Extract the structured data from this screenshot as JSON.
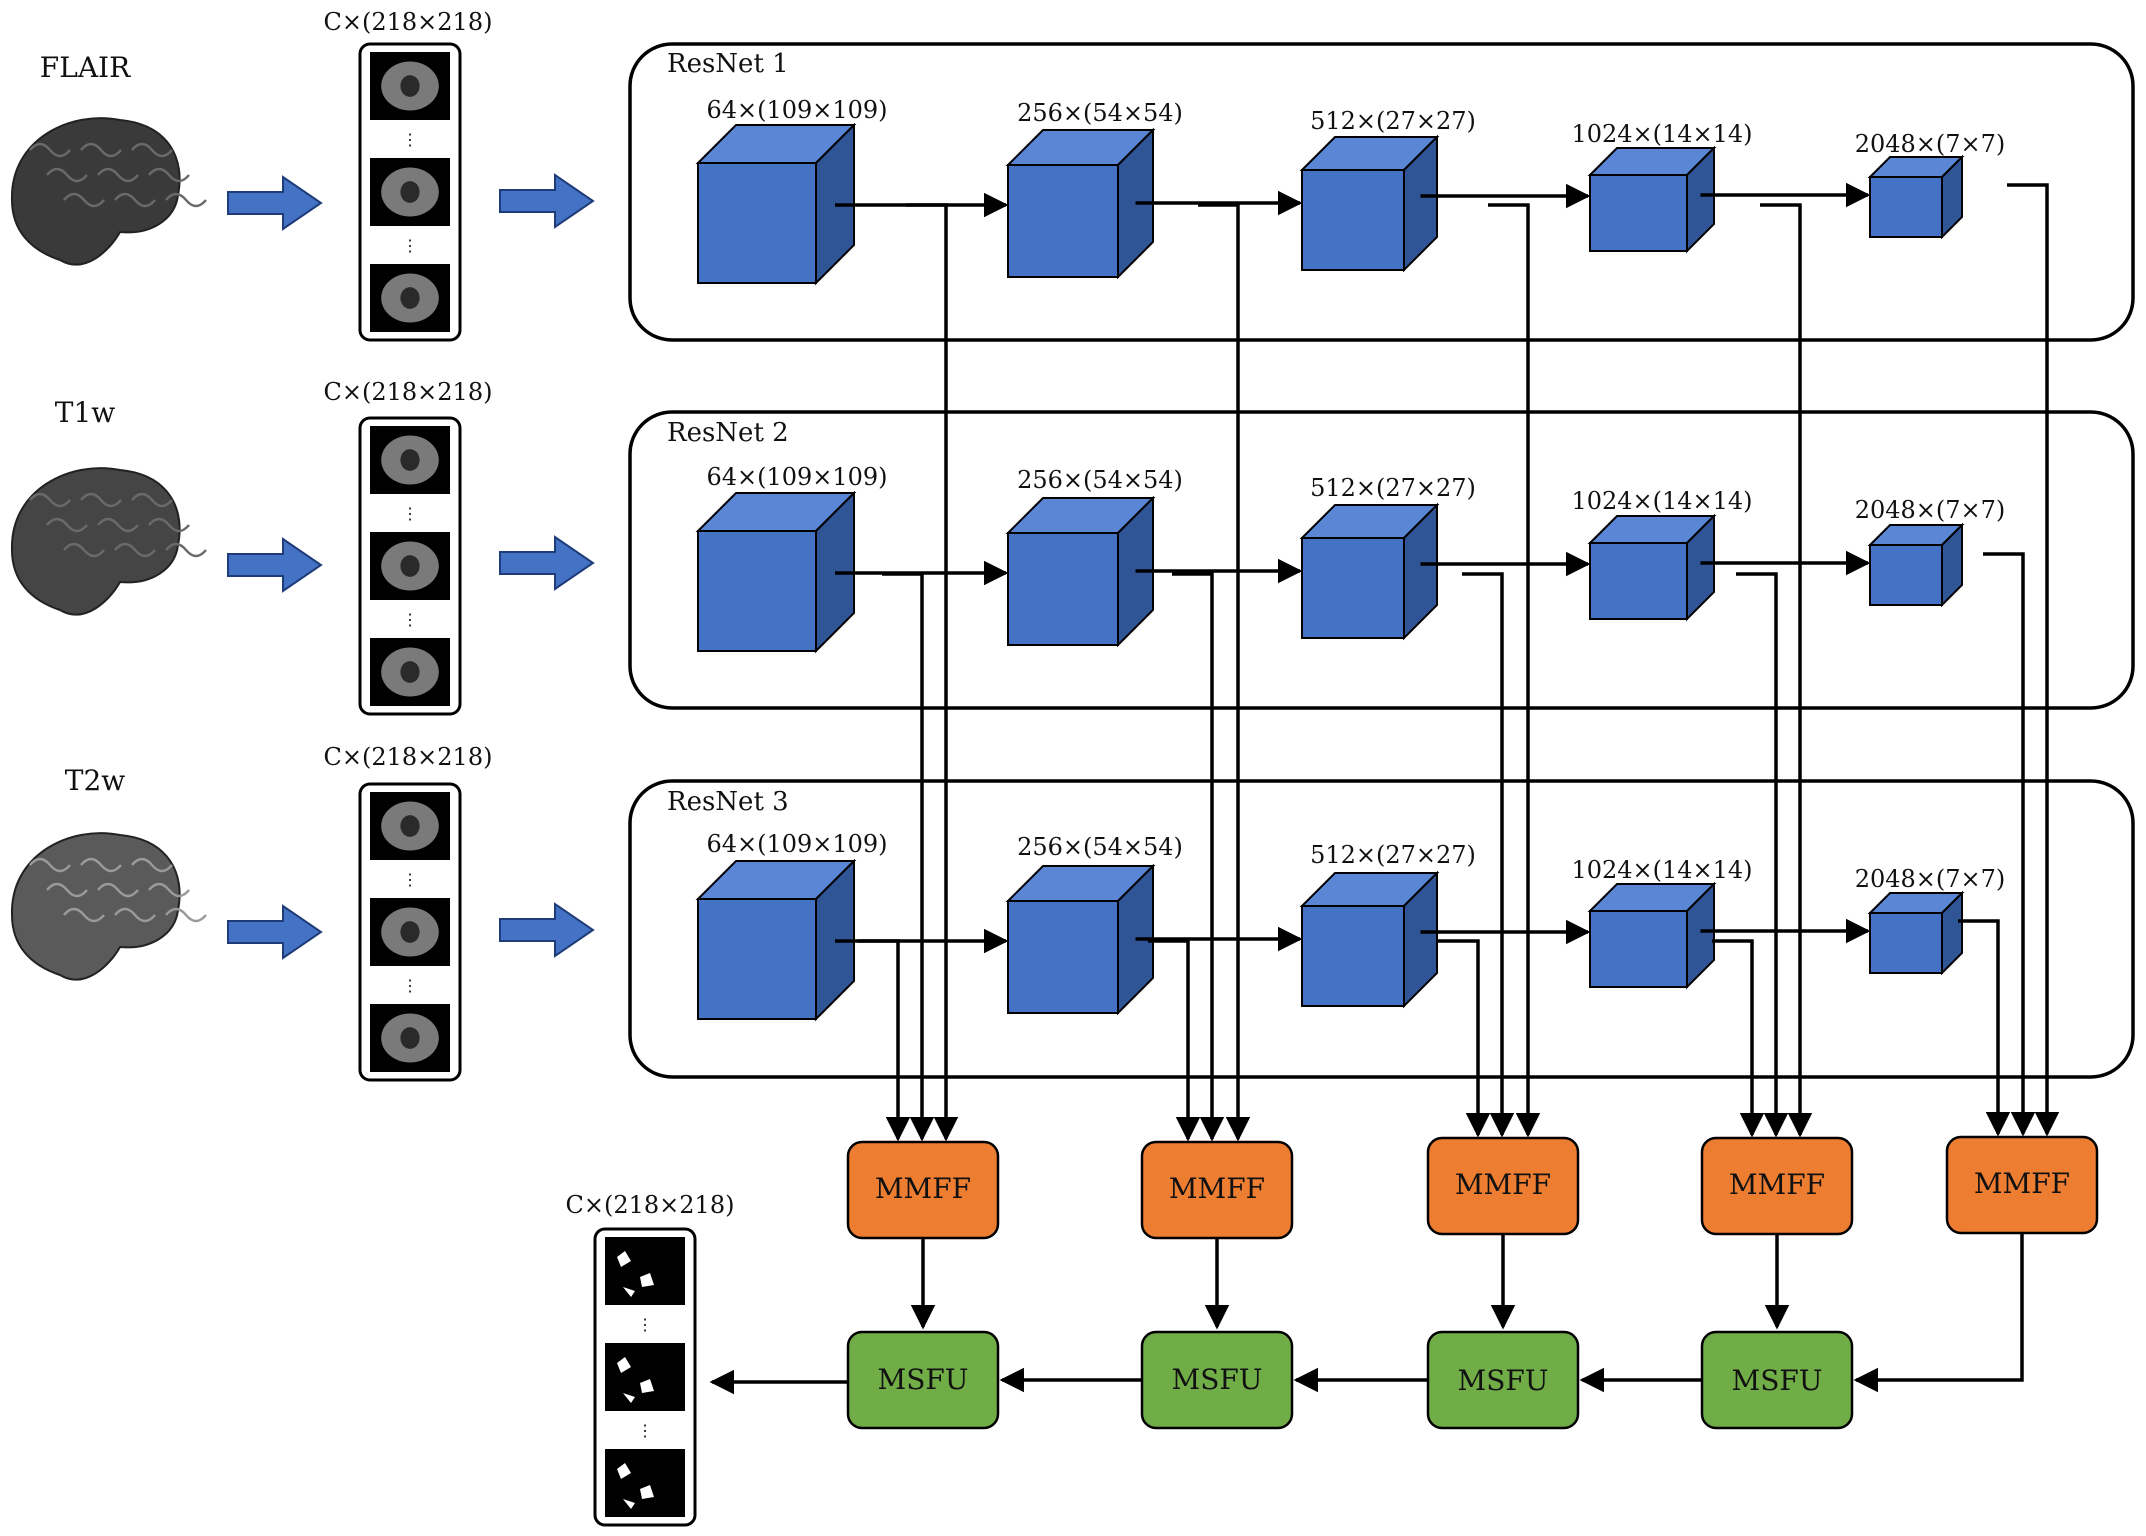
{
  "colors": {
    "cube_front": "#4472c4",
    "cube_top": "#5b86d6",
    "cube_side": "#2f5597",
    "mmff": "#ed7d31",
    "msfu": "#70ad47",
    "input_arrow": "#4472c4",
    "line": "#000000"
  },
  "icons": {
    "brain": "brain-3d-render-icon",
    "slice": "mri-slice-thumbnail-icon",
    "mask": "segmentation-mask-thumbnail-icon",
    "block_arrow": "right-block-arrow-icon"
  },
  "modalities": [
    {
      "label": "FLAIR",
      "stack_label": "C×(218×218)"
    },
    {
      "label": "T1w",
      "stack_label": "C×(218×218)"
    },
    {
      "label": "T2w",
      "stack_label": "C×(218×218)"
    }
  ],
  "resnets": [
    {
      "title": "ResNet 1"
    },
    {
      "title": "ResNet 2"
    },
    {
      "title": "ResNet 3"
    }
  ],
  "stages": [
    {
      "label": "64×(109×109)"
    },
    {
      "label": "256×(54×54)"
    },
    {
      "label": "512×(27×27)"
    },
    {
      "label": "1024×(14×14)"
    },
    {
      "label": "2048×(7×7)"
    }
  ],
  "mmff": [
    "MMFF",
    "MMFF",
    "MMFF",
    "MMFF",
    "MMFF"
  ],
  "msfu": [
    "MSFU",
    "MSFU",
    "MSFU",
    "MSFU"
  ],
  "output": {
    "stack_label": "C×(218×218)"
  }
}
